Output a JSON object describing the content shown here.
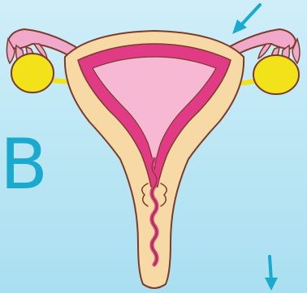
{
  "panel_letter": "B",
  "colors": {
    "background_top": "#cfeef9",
    "background_bottom": "#a9dff0",
    "tissue": "#f7d9a6",
    "lining": "#e23b86",
    "cavity": "#f6b8d2",
    "tube": "#f0a9c8",
    "ovary": "#f2e21a",
    "ligament": "#f2e21a",
    "outline": "#7a3b2b",
    "arrow": "#1aa9cf"
  },
  "arrows": [
    {
      "name": "arrow-top-right",
      "direction": "down-left"
    },
    {
      "name": "arrow-bottom-right",
      "direction": "down"
    }
  ]
}
